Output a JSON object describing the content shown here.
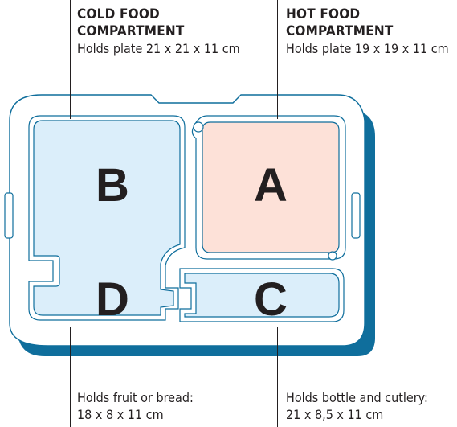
{
  "colors": {
    "outline": "#0f6e9c",
    "shadow": "#0f6e9c",
    "tray_fill": "#ffffff",
    "cold_fill": "#dbeefa",
    "hot_fill": "#fde1d8",
    "text": "#231f20"
  },
  "compartments": {
    "A": {
      "letter": "A",
      "type": "hot"
    },
    "B": {
      "letter": "B",
      "type": "cold"
    },
    "C": {
      "letter": "C",
      "type": "cold"
    },
    "D": {
      "letter": "D",
      "type": "cold"
    }
  },
  "callouts": {
    "cold_food": {
      "title_line1": "COLD FOOD",
      "title_line2": "COMPARTMENT",
      "desc": "Holds plate 21 x 21 x 11 cm"
    },
    "hot_food": {
      "title_line1": "HOT FOOD",
      "title_line2": "COMPARTMENT",
      "desc": "Holds plate 19 x 19 x 11 cm"
    },
    "fruit_bread": {
      "desc_line1": "Holds fruit or bread:",
      "desc_line2": "18 x 8 x 11 cm"
    },
    "bottle_cutlery": {
      "desc_line1": "Holds bottle and cutlery:",
      "desc_line2": "21 x 8,5 x 11 cm"
    }
  }
}
